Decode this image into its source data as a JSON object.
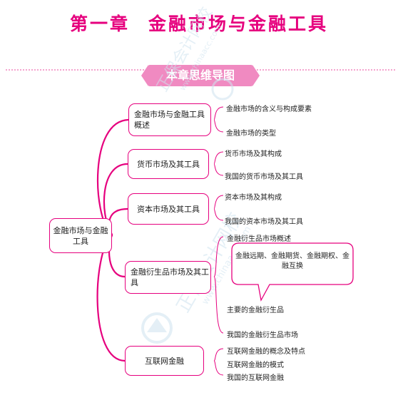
{
  "title": {
    "chapter": "第一章",
    "name": "金融市场与金融工具"
  },
  "banner": "本章思维导图",
  "watermark": {
    "text": "正保会计网校",
    "url": "www.chinaacc.com"
  },
  "root": "金融市场与金融工具",
  "branches": [
    {
      "label": "金融市场与金融工具概述",
      "items": [
        "金融市场的含义与构成要素",
        "金融市场的类型"
      ]
    },
    {
      "label": "货币市场及其工具",
      "items": [
        "货币市场及其构成",
        "我国的货币市场及其工具"
      ]
    },
    {
      "label": "资本市场及其工具",
      "items": [
        "资本市场及其构成",
        "我国的资本市场及其工具"
      ]
    },
    {
      "label": "金融衍生品市场及其工具",
      "items": [
        "金融衍生品市场概述",
        "主要的金融衍生品",
        "我国的金融衍生品市场"
      ],
      "callout": "金融远期、金融期货、金融期权、金融互换"
    },
    {
      "label": "互联网金融",
      "items": [
        "互联网金融的概念及特点",
        "互联网金融的模式",
        "我国的互联网金融"
      ]
    }
  ],
  "colors": {
    "accent": "#e6007e",
    "banner": "#f08ac1",
    "watermark": "#cfe3ef"
  }
}
